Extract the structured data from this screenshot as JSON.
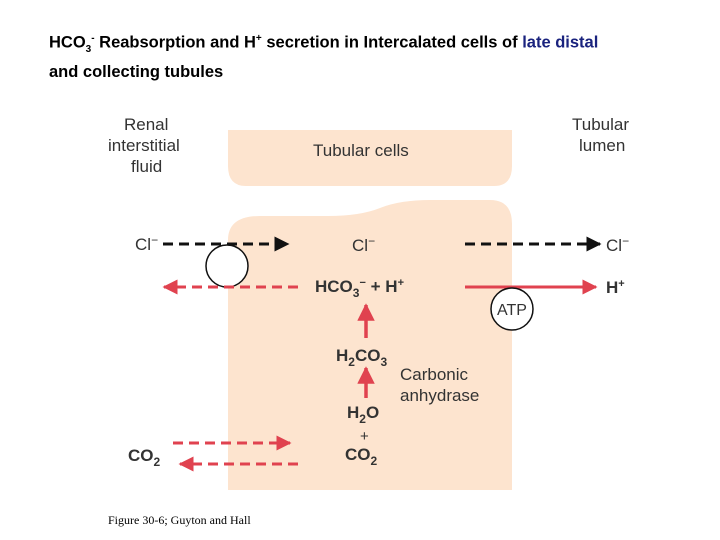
{
  "title": {
    "hco3": "HCO",
    "hco3_sub": "3",
    "hco3_sup": "-",
    "part1": " Reabsorption and H",
    "h_sup": "+",
    "part2": " secretion in Intercalated cells of ",
    "accent": "late distal",
    "line2": " and collecting tubules"
  },
  "labels": {
    "renal_line1": "Renal",
    "renal_line2": "interstitial",
    "renal_line3": "fluid",
    "tubular_cells": "Tubular cells",
    "lumen_line1": "Tubular",
    "lumen_line2": "lumen",
    "cl_left": "Cl",
    "cl_center": "Cl",
    "cl_right": "Cl",
    "minus": "−",
    "hco3_center": "HCO",
    "hco3_sub": "3",
    "plus_h": " + H",
    "plus_sup": "+",
    "h_right": "H",
    "atp": "ATP",
    "h2co3_h": "H",
    "h2co3_sub2": "2",
    "h2co3_co": "CO",
    "h2co3_sub3": "3",
    "carbonic_line1": "Carbonic",
    "carbonic_line2": "anhydrase",
    "h2o_h": "H",
    "h2o_sub": "2",
    "h2o_o": "O",
    "plus": "+",
    "co2_center": "CO",
    "co2_sub": "2",
    "co2_left": "CO",
    "co2_left_sub": "2"
  },
  "caption": "Figure 30-6; Guyton and Hall",
  "colors": {
    "cell_fill": "#fde4cf",
    "red_arrow": "#e0424f",
    "black_arrow": "#111111",
    "title_accent": "#1a237e"
  }
}
